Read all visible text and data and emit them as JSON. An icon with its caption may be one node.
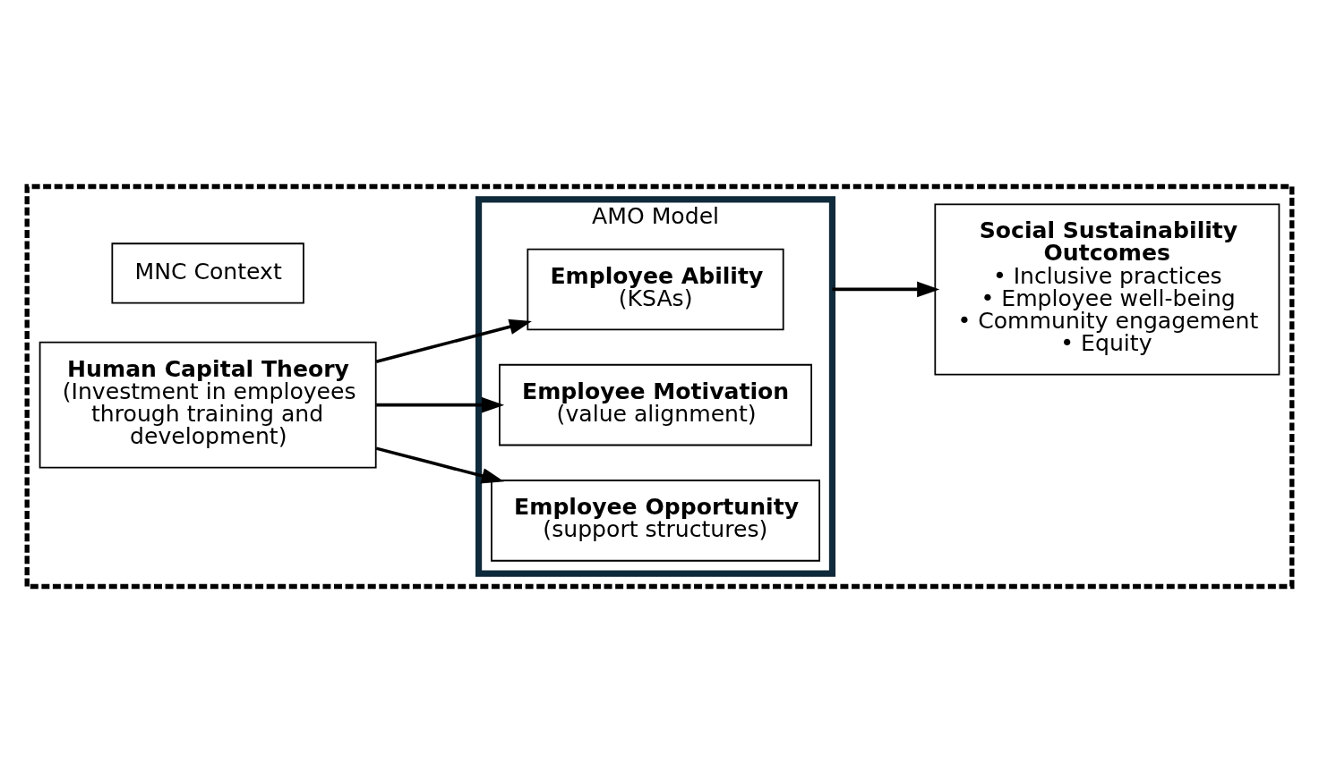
{
  "diagram": {
    "nodes": [
      {
        "text": [],
        "shape": "box"
      },
      {
        "text": [
          "MNC Context"
        ],
        "in": 0
      },
      {
        "text": [
          "Human Capital Theory",
          "(Investment in employees through training and development)"
        ],
        "in": 0
      },
      {
        "text": [
          "AMO Model"
        ],
        "in": 0
      },
      {
        "text": [
          "Employee Ability",
          "(KSAs)"
        ],
        "in": 3
      },
      {
        "text": [
          "Employee Motivation",
          "(value alignment)"
        ],
        "in": 3
      },
      {
        "text": [
          "Employee Opportunity",
          "(support structures)"
        ],
        "in": 3
      },
      {
        "text": [
          "Social Sustainability Outcomes",
          "• Inclusive practices",
          "• Employee well-being",
          "• Community engagement",
          "• Equity"
        ],
        "in": 0
      }
    ],
    "edges": [
      {
        "from": 2,
        "to": 4,
        "arrow": "to"
      },
      {
        "from": 2,
        "to": 5,
        "arrow": "to"
      },
      {
        "from": 2,
        "to": 6,
        "arrow": "to"
      },
      {
        "from": 3,
        "to": 7,
        "arrow": "to"
      }
    ]
  }
}
